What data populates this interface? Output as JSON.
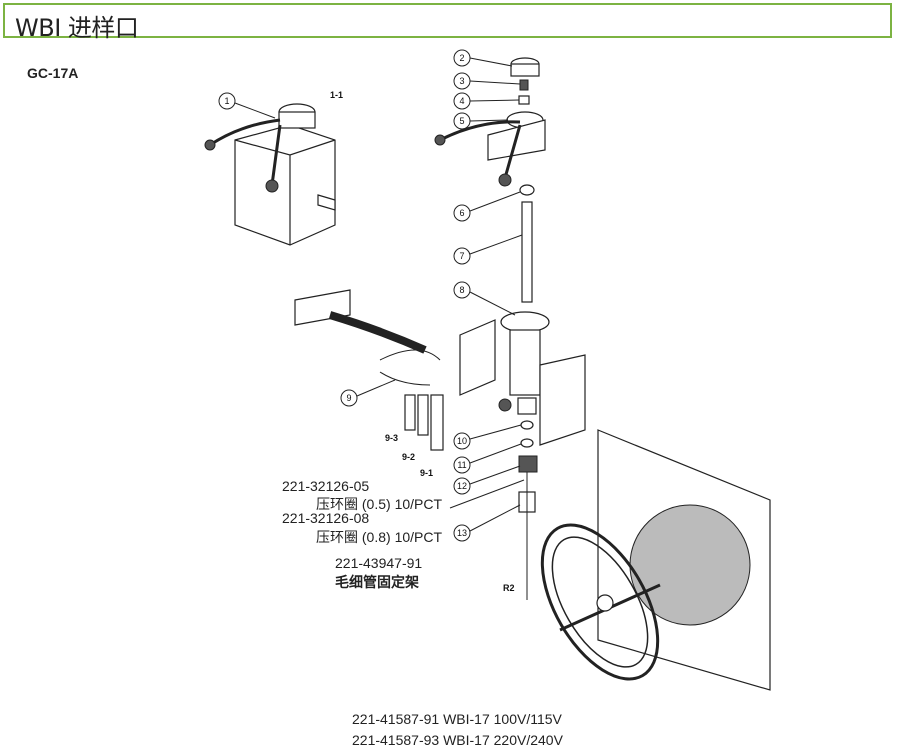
{
  "header": {
    "title": "WBI 进样口"
  },
  "model": "GC-17A",
  "callouts": [
    "1",
    "2",
    "3",
    "4",
    "5",
    "6",
    "7",
    "8",
    "9",
    "10",
    "11",
    "12",
    "13"
  ],
  "labels": {
    "l1_1": "1-1",
    "l9_1": "9-1",
    "l9_2": "9-2",
    "l9_3": "9-3",
    "r2": "R2"
  },
  "parts_text": {
    "p1_number": "221-32126-05",
    "p1_desc": "压环圈  (0.5) 10/PCT",
    "p2_number": "221-32126-08",
    "p2_desc": "压环圈  (0.8) 10/PCT",
    "p3_number": "221-43947-91",
    "p3_desc": "毛细管固定架"
  },
  "footer": {
    "line1": "221-41587-91 WBI-17 100V/115V",
    "line2": "221-41587-93 WBI-17 220V/240V"
  }
}
